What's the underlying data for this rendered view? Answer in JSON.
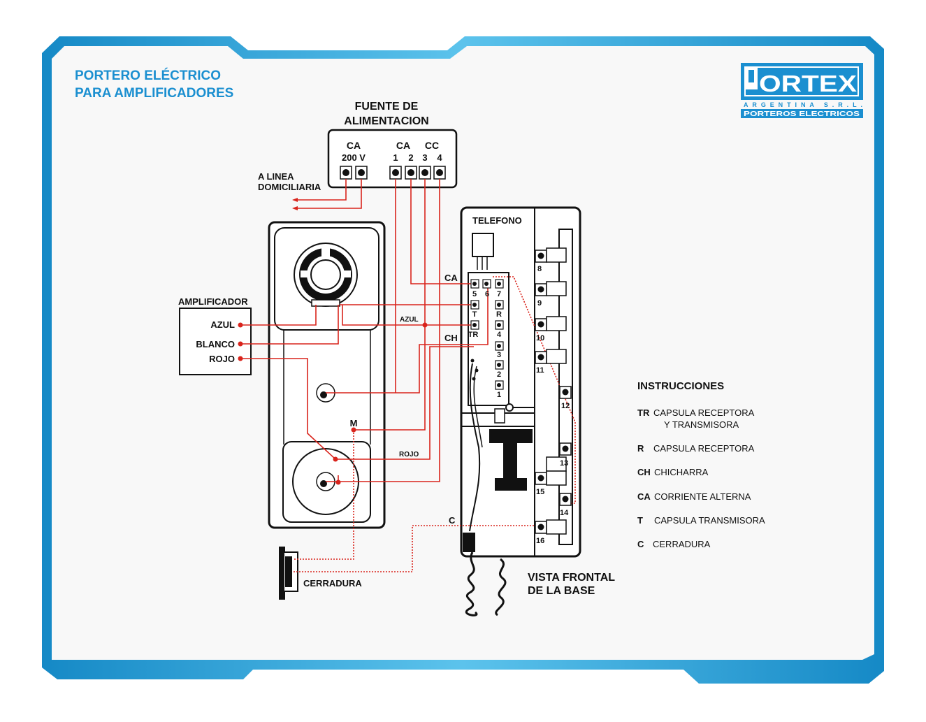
{
  "colors": {
    "frame": "#1b9ad2",
    "frame_light": "#8fd3ef",
    "title": "#1b8fd0",
    "wire": "#d9241c",
    "ink": "#111111",
    "panel": "#f7f7f7"
  },
  "title": {
    "line1": "PORTERO ELÉCTRICO",
    "line2": "PARA AMPLIFICADORES"
  },
  "logo": {
    "brand": "ORTEX",
    "sub": "ARGENTINA S.R.L.",
    "tagline": "PORTEROS ELECTRICOS"
  },
  "power_supply": {
    "title_line1": "FUENTE DE",
    "title_line2": "ALIMENTACION",
    "ca_label": "CA",
    "ca_voltage": "200 V",
    "ca2_label": "CA",
    "cc_label": "CC",
    "terminal_1": "1",
    "terminal_2": "2",
    "terminal_3": "3",
    "terminal_4": "4",
    "mains_line1": "A LINEA",
    "mains_line2": "DOMICILIARIA"
  },
  "amplifier": {
    "title": "AMPLIFICADOR",
    "azul": "AZUL",
    "blanco": "BLANCO",
    "rojo": "ROJO"
  },
  "door_panel": {
    "m_label": "M"
  },
  "lock": {
    "label": "CERRADURA"
  },
  "phone": {
    "title": "TELEFONO",
    "caption_line1": "VISTA FRONTAL",
    "caption_line2": "DE LA BASE",
    "wire_ca": "CA",
    "wire_azul": "AZUL",
    "wire_ch": "CH",
    "wire_rojo": "ROJO",
    "wire_c": "C",
    "term_5": "5",
    "term_6": "6",
    "term_7": "7",
    "term_t": "T",
    "term_r": "R",
    "term_tr": "TR",
    "term_4": "4",
    "term_3": "3",
    "term_2": "2",
    "term_1": "1",
    "term_8": "8",
    "term_9": "9",
    "term_10": "10",
    "term_11": "11",
    "term_12": "12",
    "term_13": "13",
    "term_14": "14",
    "term_15": "15",
    "term_16": "16"
  },
  "instructions": {
    "title": "INSTRUCCIONES",
    "items": [
      {
        "code": "TR",
        "text": "CAPSULA RECEPTORA",
        "text2": "Y TRANSMISORA"
      },
      {
        "code": "R",
        "text": "CAPSULA RECEPTORA"
      },
      {
        "code": "CH",
        "text": "CHICHARRA"
      },
      {
        "code": "CA",
        "text": "CORRIENTE ALTERNA"
      },
      {
        "code": "T",
        "text": "CAPSULA TRANSMISORA"
      },
      {
        "code": "C",
        "text": "CERRADURA"
      }
    ]
  }
}
